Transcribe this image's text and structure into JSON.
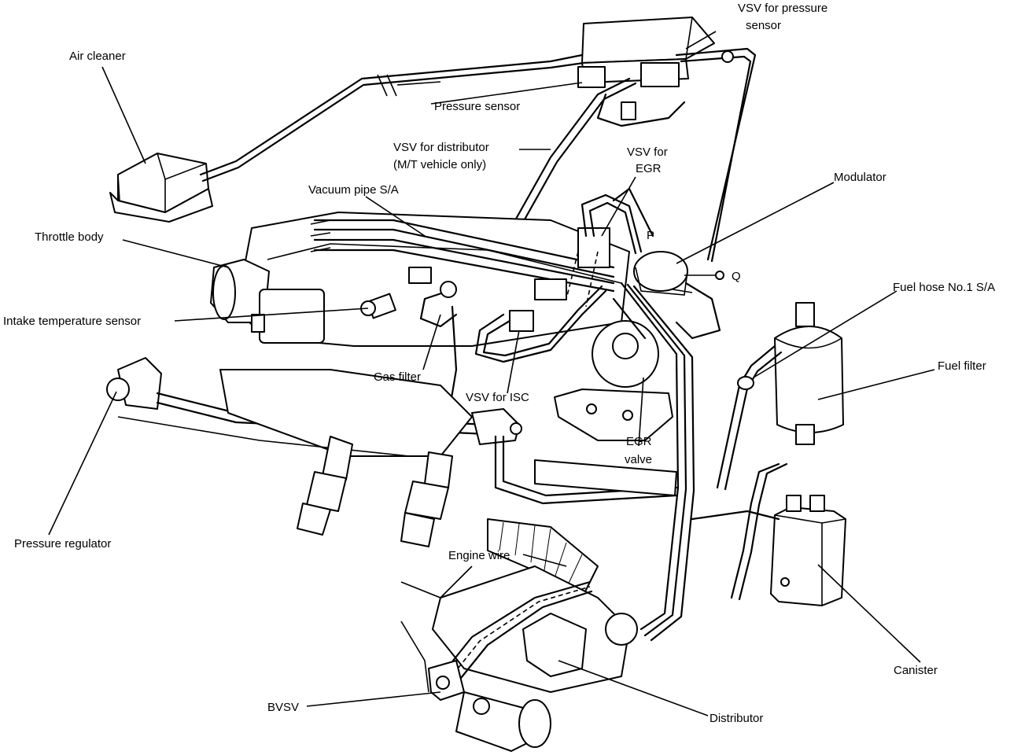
{
  "labels": {
    "vsv_pressure_sensor_1": "VSV for pressure",
    "vsv_pressure_sensor_2": "sensor",
    "air_cleaner": "Air cleaner",
    "pressure_sensor": "Pressure sensor",
    "vsv_distributor_1": "VSV for distributor",
    "vsv_distributor_2": "(M/T vehicle only)",
    "vsv_egr_1": "VSV for",
    "vsv_egr_2": "EGR",
    "modulator": "Modulator",
    "vacuum_pipe": "Vacuum pipe S/A",
    "throttle_body": "Throttle body",
    "port_p": "P",
    "port_q": "Q",
    "fuel_hose": "Fuel hose No.1 S/A",
    "intake_temp_sensor": "Intake temperature sensor",
    "fuel_filter": "Fuel filter",
    "gas_filter": "Gas filter",
    "vsv_isc": "VSV for ISC",
    "egr_valve_1": "EGR",
    "egr_valve_2": "valve",
    "pressure_regulator": "Pressure regulator",
    "engine_wire": "Engine wire",
    "canister": "Canister",
    "bvsv": "BVSV",
    "distributor": "Distributor"
  }
}
